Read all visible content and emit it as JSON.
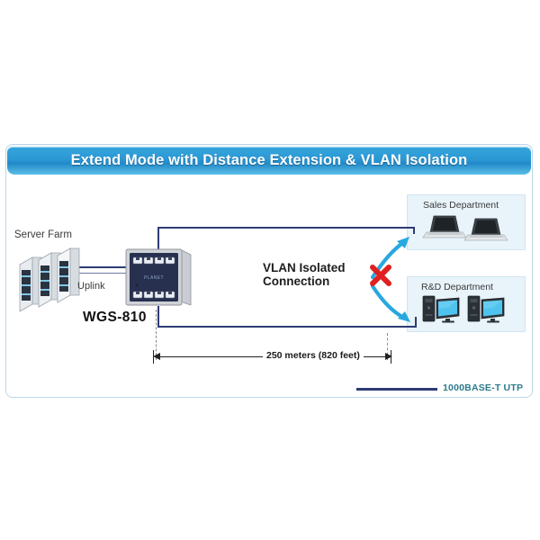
{
  "banner": {
    "title": "Extend Mode with Distance Extension & VLAN Isolation"
  },
  "diagram": {
    "server_farm_label": "Server Farm",
    "uplink_label": "Uplink",
    "device_model": "WGS-810",
    "device_brand": "PLANET",
    "vlan_note": "VLAN Isolated Connection",
    "blocked_marker": "red-x",
    "departments": [
      {
        "name": "Sales Department",
        "device_type": "laptop",
        "device_count": 2
      },
      {
        "name": "R&D Department",
        "device_type": "desktop-pc",
        "device_count": 2
      }
    ],
    "distance_label": "250 meters (820 feet)",
    "legend": [
      {
        "label": "1000BASE-T UTP",
        "color": "#2f3b75"
      }
    ]
  },
  "colors": {
    "banner_blue": "#2b98d4",
    "link_navy": "#2f3b75",
    "arrow_cyan": "#29a8df",
    "block_red": "#e02020",
    "panel_blue": "#e8f3fa",
    "legend_teal": "#2b7b8c"
  }
}
